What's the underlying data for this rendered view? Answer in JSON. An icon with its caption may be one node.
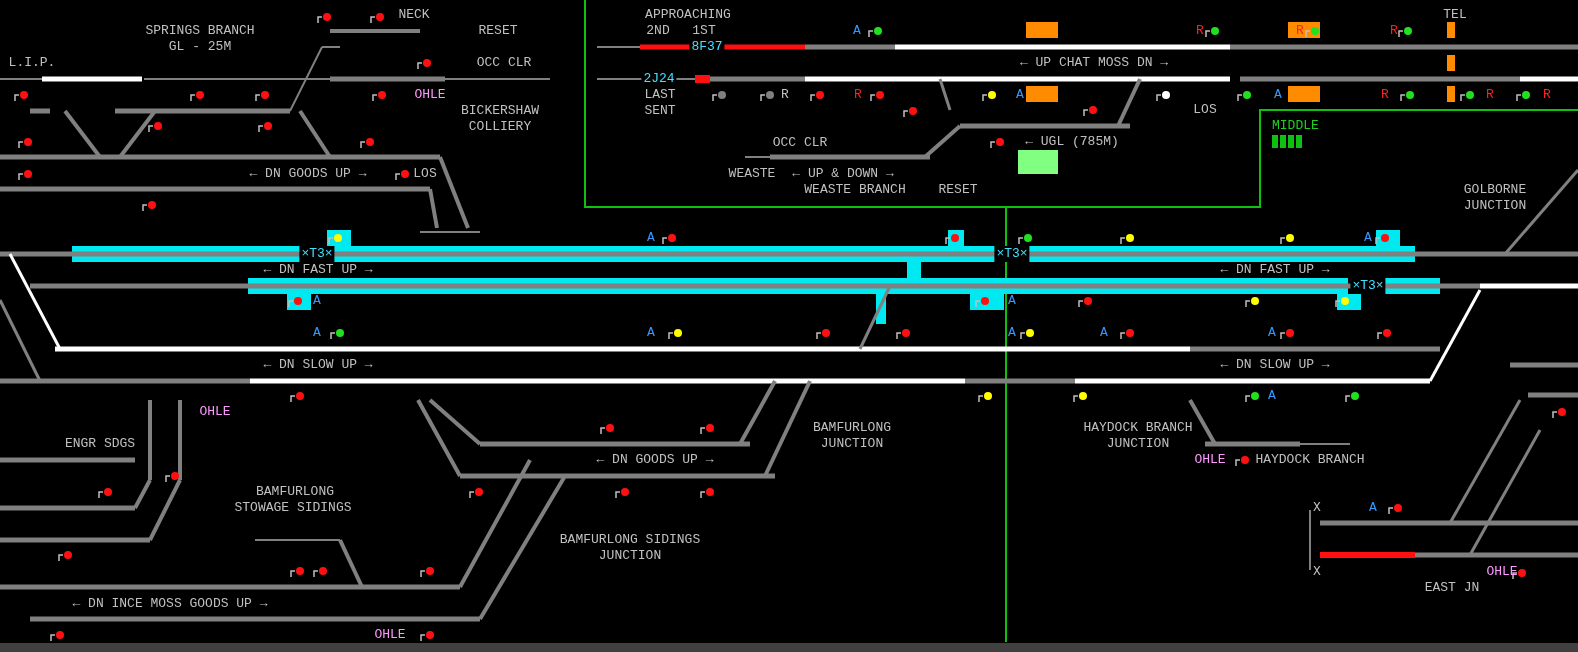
{
  "diagram": {
    "nodes": [
      {
        "text": [
          "MIDDLE"
        ]
      }
    ],
    "labels": [
      "NECK",
      "APPROACHING",
      "TEL",
      "SPRINGS BRANCH",
      "RESET",
      "2ND",
      "1ST",
      "A",
      "R",
      "R",
      "R",
      "GL - 25M",
      "8F37",
      "L.I.P.",
      "OCC CLR",
      "← UP CHAT MOSS DN →",
      "2J24",
      "OHLE",
      "LAST",
      "R",
      "R",
      "A",
      "A",
      "R",
      "R",
      "R",
      "BICKERSHAW",
      "SENT",
      "LOS",
      "COLLIERY",
      "OCC CLR",
      "← UGL (785M)",
      "← DN GOODS UP →",
      "LOS",
      "WEASTE",
      "← UP & DOWN →",
      "WEASTE BRANCH",
      "RESET",
      "GOLBORNE",
      "JUNCTION",
      "A",
      "A",
      "×T3×",
      "×T3×",
      "← DN FAST UP →",
      "← DN FAST UP →",
      "×T3×",
      "A",
      "A",
      "A",
      "A",
      "A",
      "A",
      "A",
      "← DN SLOW UP →",
      "← DN SLOW UP →",
      "A",
      "OHLE",
      "BAMFURLONG",
      "HAYDOCK BRANCH",
      "ENGR SDGS",
      "JUNCTION",
      "JUNCTION",
      "← DN GOODS UP →",
      "OHLE",
      "HAYDOCK BRANCH",
      "BAMFURLONG",
      "STOWAGE SIDINGS",
      "X",
      "A",
      "BAMFURLONG SIDINGS",
      "JUNCTION",
      "X",
      "OHLE",
      "EAST JN",
      "← DN INCE MOSS GOODS UP →",
      "OHLE"
    ]
  }
}
